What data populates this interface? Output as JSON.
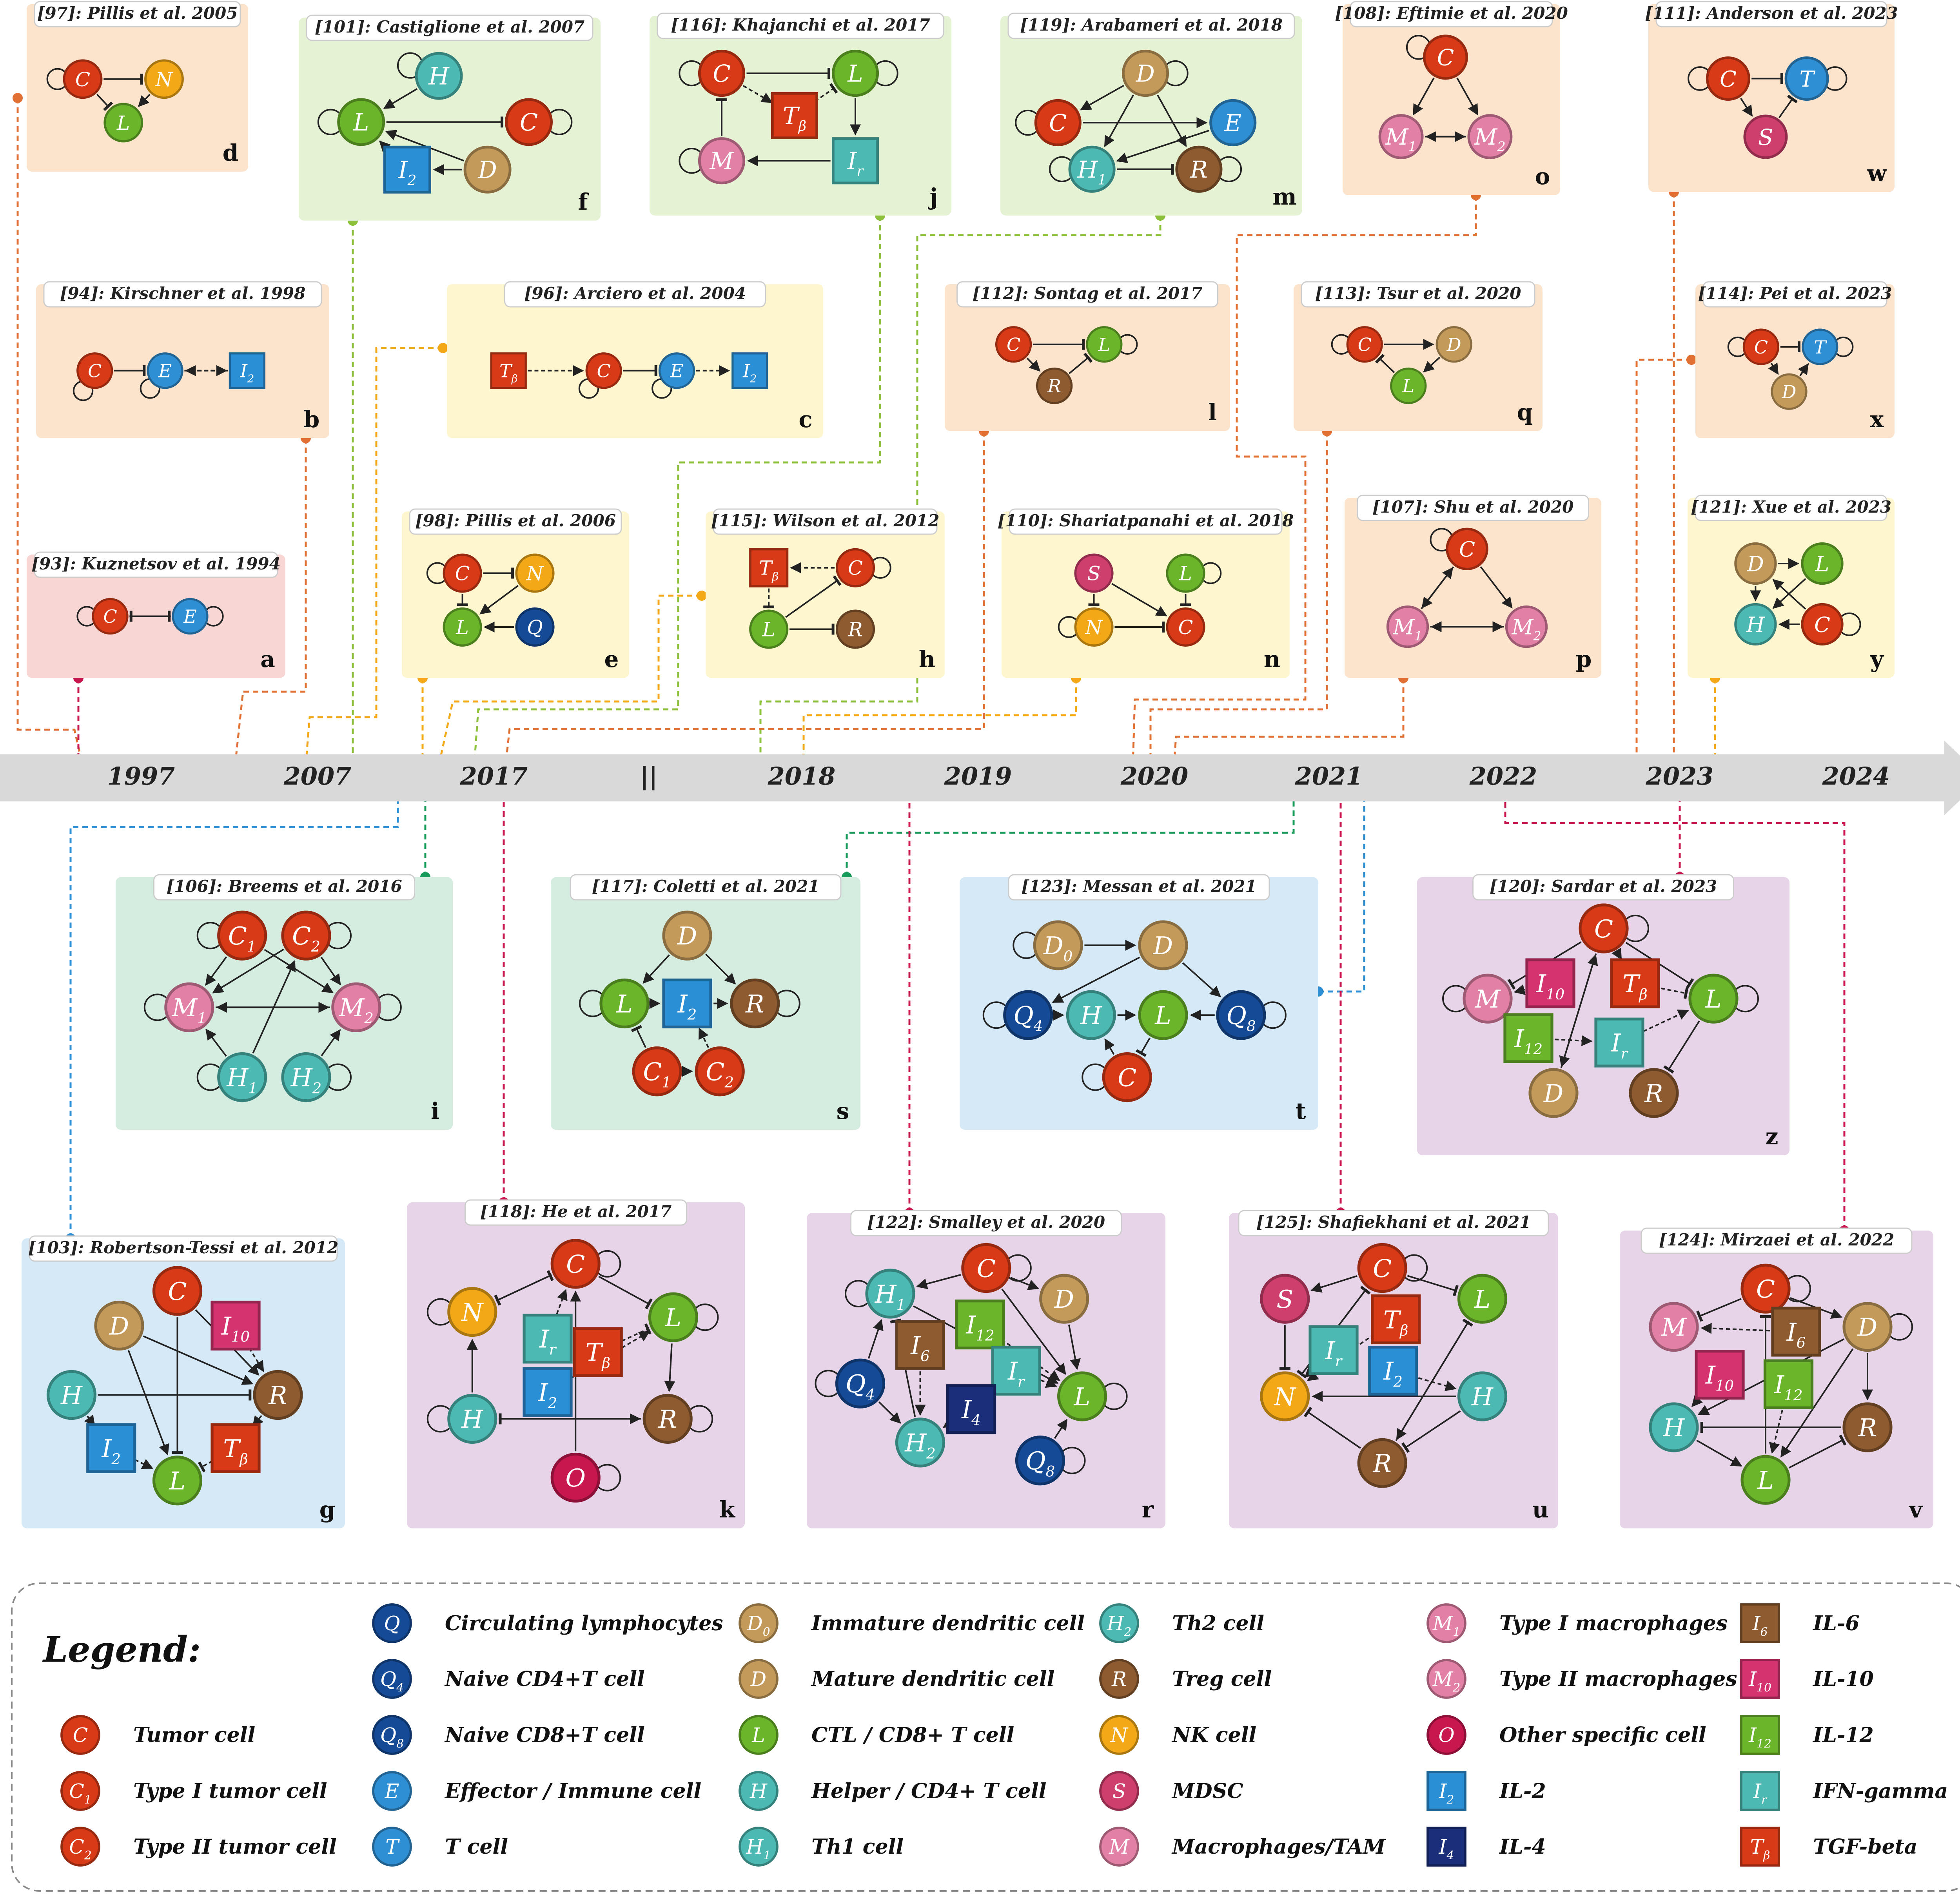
{
  "colors": {
    "C": "#d83a17",
    "C1": "#d83a17",
    "C2": "#d83a17",
    "N": "#f2a817",
    "L": "#6bb52b",
    "E": "#2f8fd4",
    "T": "#2f8fd4",
    "Q": "#154a96",
    "Q4": "#154a96",
    "Q8": "#154a96",
    "H": "#4cb9b3",
    "H1": "#4cb9b3",
    "H2": "#4cb9b3",
    "D": "#c49a5a",
    "D0": "#c49a5a",
    "R": "#8e5a30",
    "S": "#cf3f6e",
    "M": "#e380a5",
    "M1": "#e380a5",
    "M2": "#e380a5",
    "O": "#c8174f",
    "I2": "#2b8fd6",
    "I4": "#1a2e7a",
    "I6": "#8e5a30",
    "I10": "#d4336f",
    "I12": "#6bb52b",
    "Ir": "#4cb9b3",
    "Tb": "#d83a17",
    "bg_orange": "#fbe3cc",
    "bg_green": "#e6f2d4",
    "bg_yellow": "#fdf6cf",
    "bg_pink": "#f7d6d4",
    "bg_teal": "#d5ece0",
    "bg_blue": "#d6e9f6",
    "bg_purple": "#e7d4e8"
  },
  "nodes": {
    "C": {
      "b": "C",
      "s": ""
    },
    "C1": {
      "b": "C",
      "s": "1"
    },
    "C2": {
      "b": "C",
      "s": "2"
    },
    "N": {
      "b": "N",
      "s": ""
    },
    "L": {
      "b": "L",
      "s": ""
    },
    "E": {
      "b": "E",
      "s": ""
    },
    "T": {
      "b": "T",
      "s": ""
    },
    "Q": {
      "b": "Q",
      "s": ""
    },
    "Q4": {
      "b": "Q",
      "s": "4"
    },
    "Q8": {
      "b": "Q",
      "s": "8"
    },
    "H": {
      "b": "H",
      "s": ""
    },
    "H1": {
      "b": "H",
      "s": "1"
    },
    "H2": {
      "b": "H",
      "s": "2"
    },
    "D": {
      "b": "D",
      "s": ""
    },
    "D0": {
      "b": "D",
      "s": "0"
    },
    "R": {
      "b": "R",
      "s": ""
    },
    "S": {
      "b": "S",
      "s": ""
    },
    "M": {
      "b": "M",
      "s": ""
    },
    "M1": {
      "b": "M",
      "s": "1"
    },
    "M2": {
      "b": "M",
      "s": "2"
    },
    "O": {
      "b": "O",
      "s": ""
    },
    "I2": {
      "b": "I",
      "s": "2"
    },
    "I4": {
      "b": "I",
      "s": "4"
    },
    "I6": {
      "b": "I",
      "s": "6"
    },
    "I10": {
      "b": "I",
      "s": "10"
    },
    "I12": {
      "b": "I",
      "s": "12"
    },
    "Ir": {
      "b": "I",
      "s": "r"
    },
    "Tb": {
      "b": "T",
      "s": "β"
    }
  },
  "timeline": {
    "years": [
      "1997",
      "2007",
      "2017",
      "||",
      "2018",
      "2019",
      "2020",
      "2021",
      "2022",
      "2023",
      "2024"
    ]
  },
  "panels": [
    {
      "letter": "d",
      "title": "[97]: Pillis et al. 2005"
    },
    {
      "letter": "f",
      "title": "[101]: Castiglione et al. 2007"
    },
    {
      "letter": "j",
      "title": "[116]: Khajanchi et al. 2017"
    },
    {
      "letter": "m",
      "title": "[119]: Arabameri et al. 2018"
    },
    {
      "letter": "o",
      "title": "[108]: Eftimie et al. 2020"
    },
    {
      "letter": "w",
      "title": "[111]: Anderson et al. 2023"
    },
    {
      "letter": "b",
      "title": "[94]: Kirschner et al. 1998"
    },
    {
      "letter": "c",
      "title": "[96]: Arciero et al. 2004"
    },
    {
      "letter": "l",
      "title": "[112]: Sontag et al. 2017"
    },
    {
      "letter": "q",
      "title": "[113]: Tsur et al. 2020"
    },
    {
      "letter": "x",
      "title": "[114]: Pei et al. 2023"
    },
    {
      "letter": "a",
      "title": "[93]: Kuznetsov et al. 1994"
    },
    {
      "letter": "e",
      "title": "[98]: Pillis et al. 2006"
    },
    {
      "letter": "h",
      "title": "[115]: Wilson et al. 2012"
    },
    {
      "letter": "n",
      "title": "[110]: Shariatpanahi et al. 2018"
    },
    {
      "letter": "p",
      "title": "[107]: Shu et al. 2020"
    },
    {
      "letter": "y",
      "title": "[121]: Xue et al. 2023"
    },
    {
      "letter": "i",
      "title": "[106]: Breems et al. 2016"
    },
    {
      "letter": "s",
      "title": "[117]: Coletti et al. 2021"
    },
    {
      "letter": "t",
      "title": "[123]: Messan et al. 2021"
    },
    {
      "letter": "z",
      "title": "[120]: Sardar et al. 2023"
    },
    {
      "letter": "g",
      "title": "[103]: Robertson-Tessi et al. 2012"
    },
    {
      "letter": "k",
      "title": "[118]: He et al. 2017"
    },
    {
      "letter": "r",
      "title": "[122]: Smalley et al. 2020"
    },
    {
      "letter": "u",
      "title": "[125]: Shafiekhani et al. 2021"
    },
    {
      "letter": "v",
      "title": "[124]: Mirzaei et al. 2022"
    }
  ],
  "legend": {
    "title": "Legend:",
    "items": [
      {
        "k": "C",
        "label": "Tumor cell"
      },
      {
        "k": "C1",
        "label": "Type I tumor cell"
      },
      {
        "k": "C2",
        "label": "Type II tumor cell"
      },
      {
        "k": "Q",
        "label": "Circulating lymphocytes"
      },
      {
        "k": "Q4",
        "label": "Naive CD4+T cell"
      },
      {
        "k": "Q8",
        "label": "Naive CD8+T cell"
      },
      {
        "k": "E",
        "label": "Effector / Immune cell"
      },
      {
        "k": "T",
        "label": "T cell"
      },
      {
        "k": "D0",
        "label": "Immature dendritic cell"
      },
      {
        "k": "D",
        "label": "Mature dendritic cell"
      },
      {
        "k": "L",
        "label": "CTL / CD8+ T cell"
      },
      {
        "k": "H",
        "label": "Helper / CD4+ T cell"
      },
      {
        "k": "H1",
        "label": "Th1 cell"
      },
      {
        "k": "H2",
        "label": "Th2 cell"
      },
      {
        "k": "R",
        "label": "Treg cell"
      },
      {
        "k": "N",
        "label": "NK cell"
      },
      {
        "k": "S",
        "label": "MDSC"
      },
      {
        "k": "M",
        "label": "Macrophages/TAM"
      },
      {
        "k": "M1",
        "label": "Type I macrophages"
      },
      {
        "k": "M2",
        "label": "Type II macrophages"
      },
      {
        "k": "O",
        "label": "Other specific cell"
      },
      {
        "k": "I2",
        "label": "IL-2"
      },
      {
        "k": "I4",
        "label": "IL-4"
      },
      {
        "k": "I6",
        "label": "IL-6"
      },
      {
        "k": "I10",
        "label": "IL-10"
      },
      {
        "k": "I12",
        "label": "IL-12"
      },
      {
        "k": "Ir",
        "label": "IFN-gamma"
      },
      {
        "k": "Tb",
        "label": "TGF-beta"
      }
    ]
  }
}
